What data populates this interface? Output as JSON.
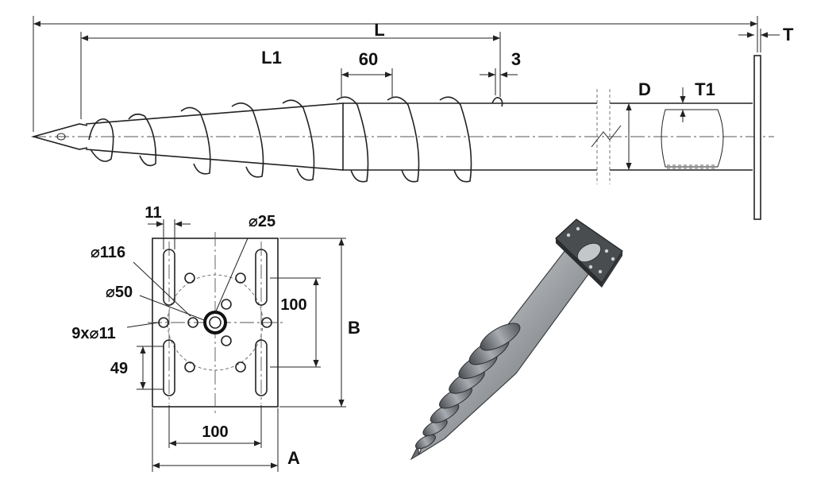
{
  "side_view": {
    "labels": {
      "L": "L",
      "T": "T",
      "L1": "L1",
      "pitch": "60",
      "flight_thickness": "3",
      "D": "D",
      "T1": "T1"
    }
  },
  "plate_view": {
    "labels": {
      "slot_width": "11",
      "center_hole": "⌀25",
      "bolt_circle": "⌀116",
      "pipe_diameter": "⌀50",
      "holes": "9x⌀11",
      "slot_spacing": "49",
      "hole_spacing_x": "100",
      "hole_spacing_y": "100",
      "plate_width": "A",
      "plate_height": "B"
    }
  }
}
